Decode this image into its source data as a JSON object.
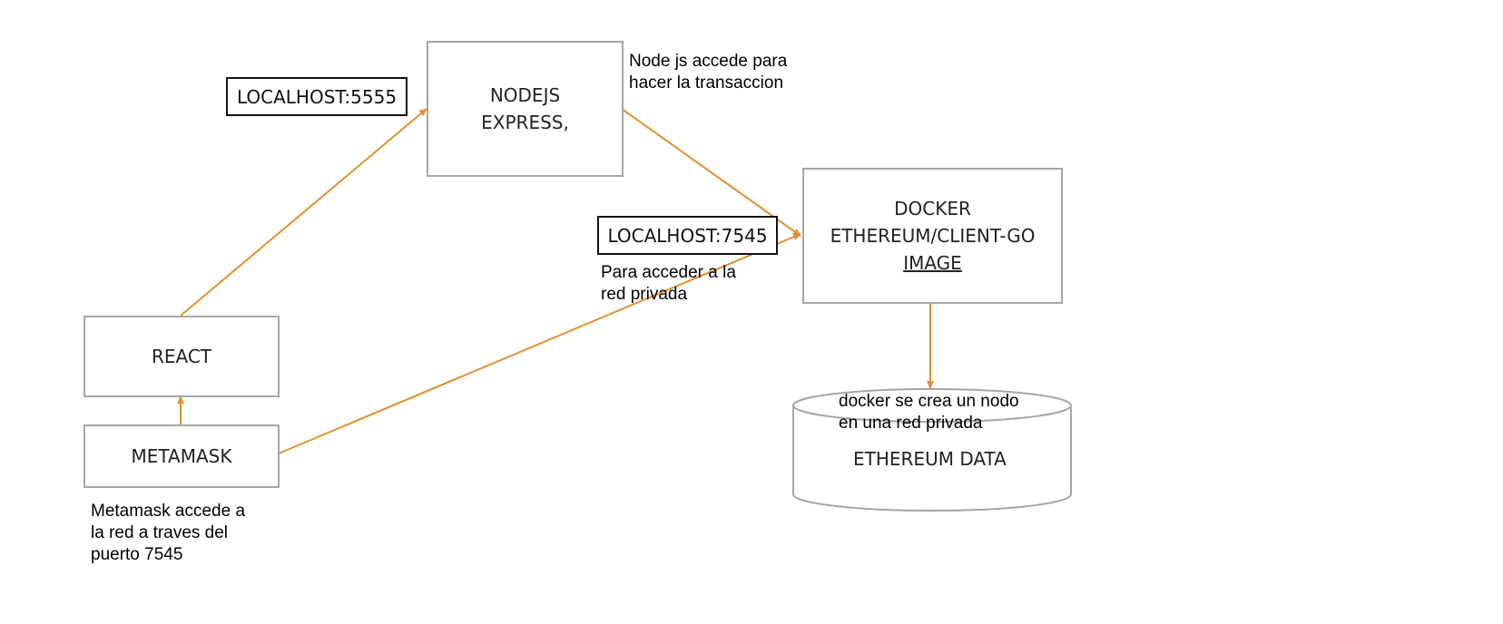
{
  "nodes": {
    "nodejs": {
      "line1": "NODEJS",
      "line2": "EXPRESS,"
    },
    "docker": {
      "line1": "DOCKER",
      "line2": "ETHEREUM/CLIENT-GO",
      "line3": "IMAGE"
    },
    "react": {
      "label": "REACT"
    },
    "metamask": {
      "label": "METAMASK"
    },
    "ethereum_data": {
      "label": "ETHEREUM DATA"
    }
  },
  "port_labels": {
    "localhost_5555": "LOCALHOST:5555",
    "localhost_7545": "LOCALHOST:7545"
  },
  "notes": {
    "nodejs_note": [
      "Node js accede para",
      "hacer la transaccion"
    ],
    "port_note": [
      "Para acceder a la",
      "red privada"
    ],
    "docker_note": [
      "docker se crea un nodo",
      "en una red privada"
    ],
    "metamask_note": [
      "Metamask accede a",
      "la red a traves del",
      "puerto 7545"
    ]
  },
  "colors": {
    "arrow": "#e0912f",
    "box_border": "#a6a6a6",
    "label_border": "#111111"
  }
}
